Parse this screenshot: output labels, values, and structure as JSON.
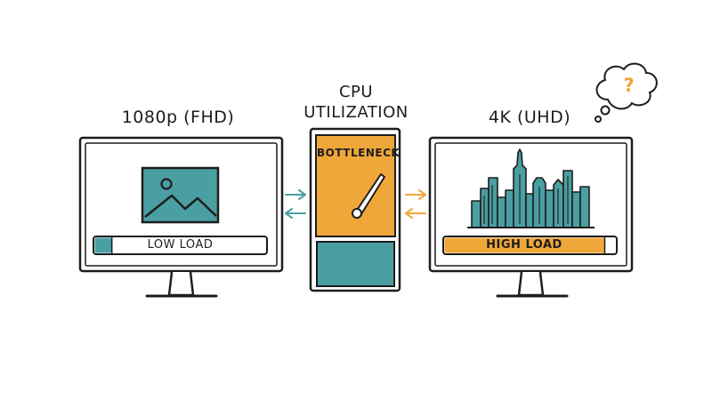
{
  "labels": {
    "left_title": "1080p (FHD)",
    "right_title": "4K (UHD)",
    "cpu_title_line1": "CPU",
    "cpu_title_line2": "UTILIZATION",
    "bottleneck": "BOTTLENECK",
    "low_load": "LOW LOAD",
    "high_load": "HIGH LOAD",
    "thought": "?"
  },
  "loads": {
    "low_fraction": 0.1,
    "high_fraction": 0.97
  },
  "colors": {
    "teal": "#4a9fa2",
    "orange": "#f0a73a",
    "ink": "#1d1d1d",
    "background": "#ffffff"
  },
  "icons": [
    "image-icon",
    "city-skyline-icon",
    "gauge-needle-icon",
    "thought-bubble-icon",
    "arrow-icon"
  ]
}
